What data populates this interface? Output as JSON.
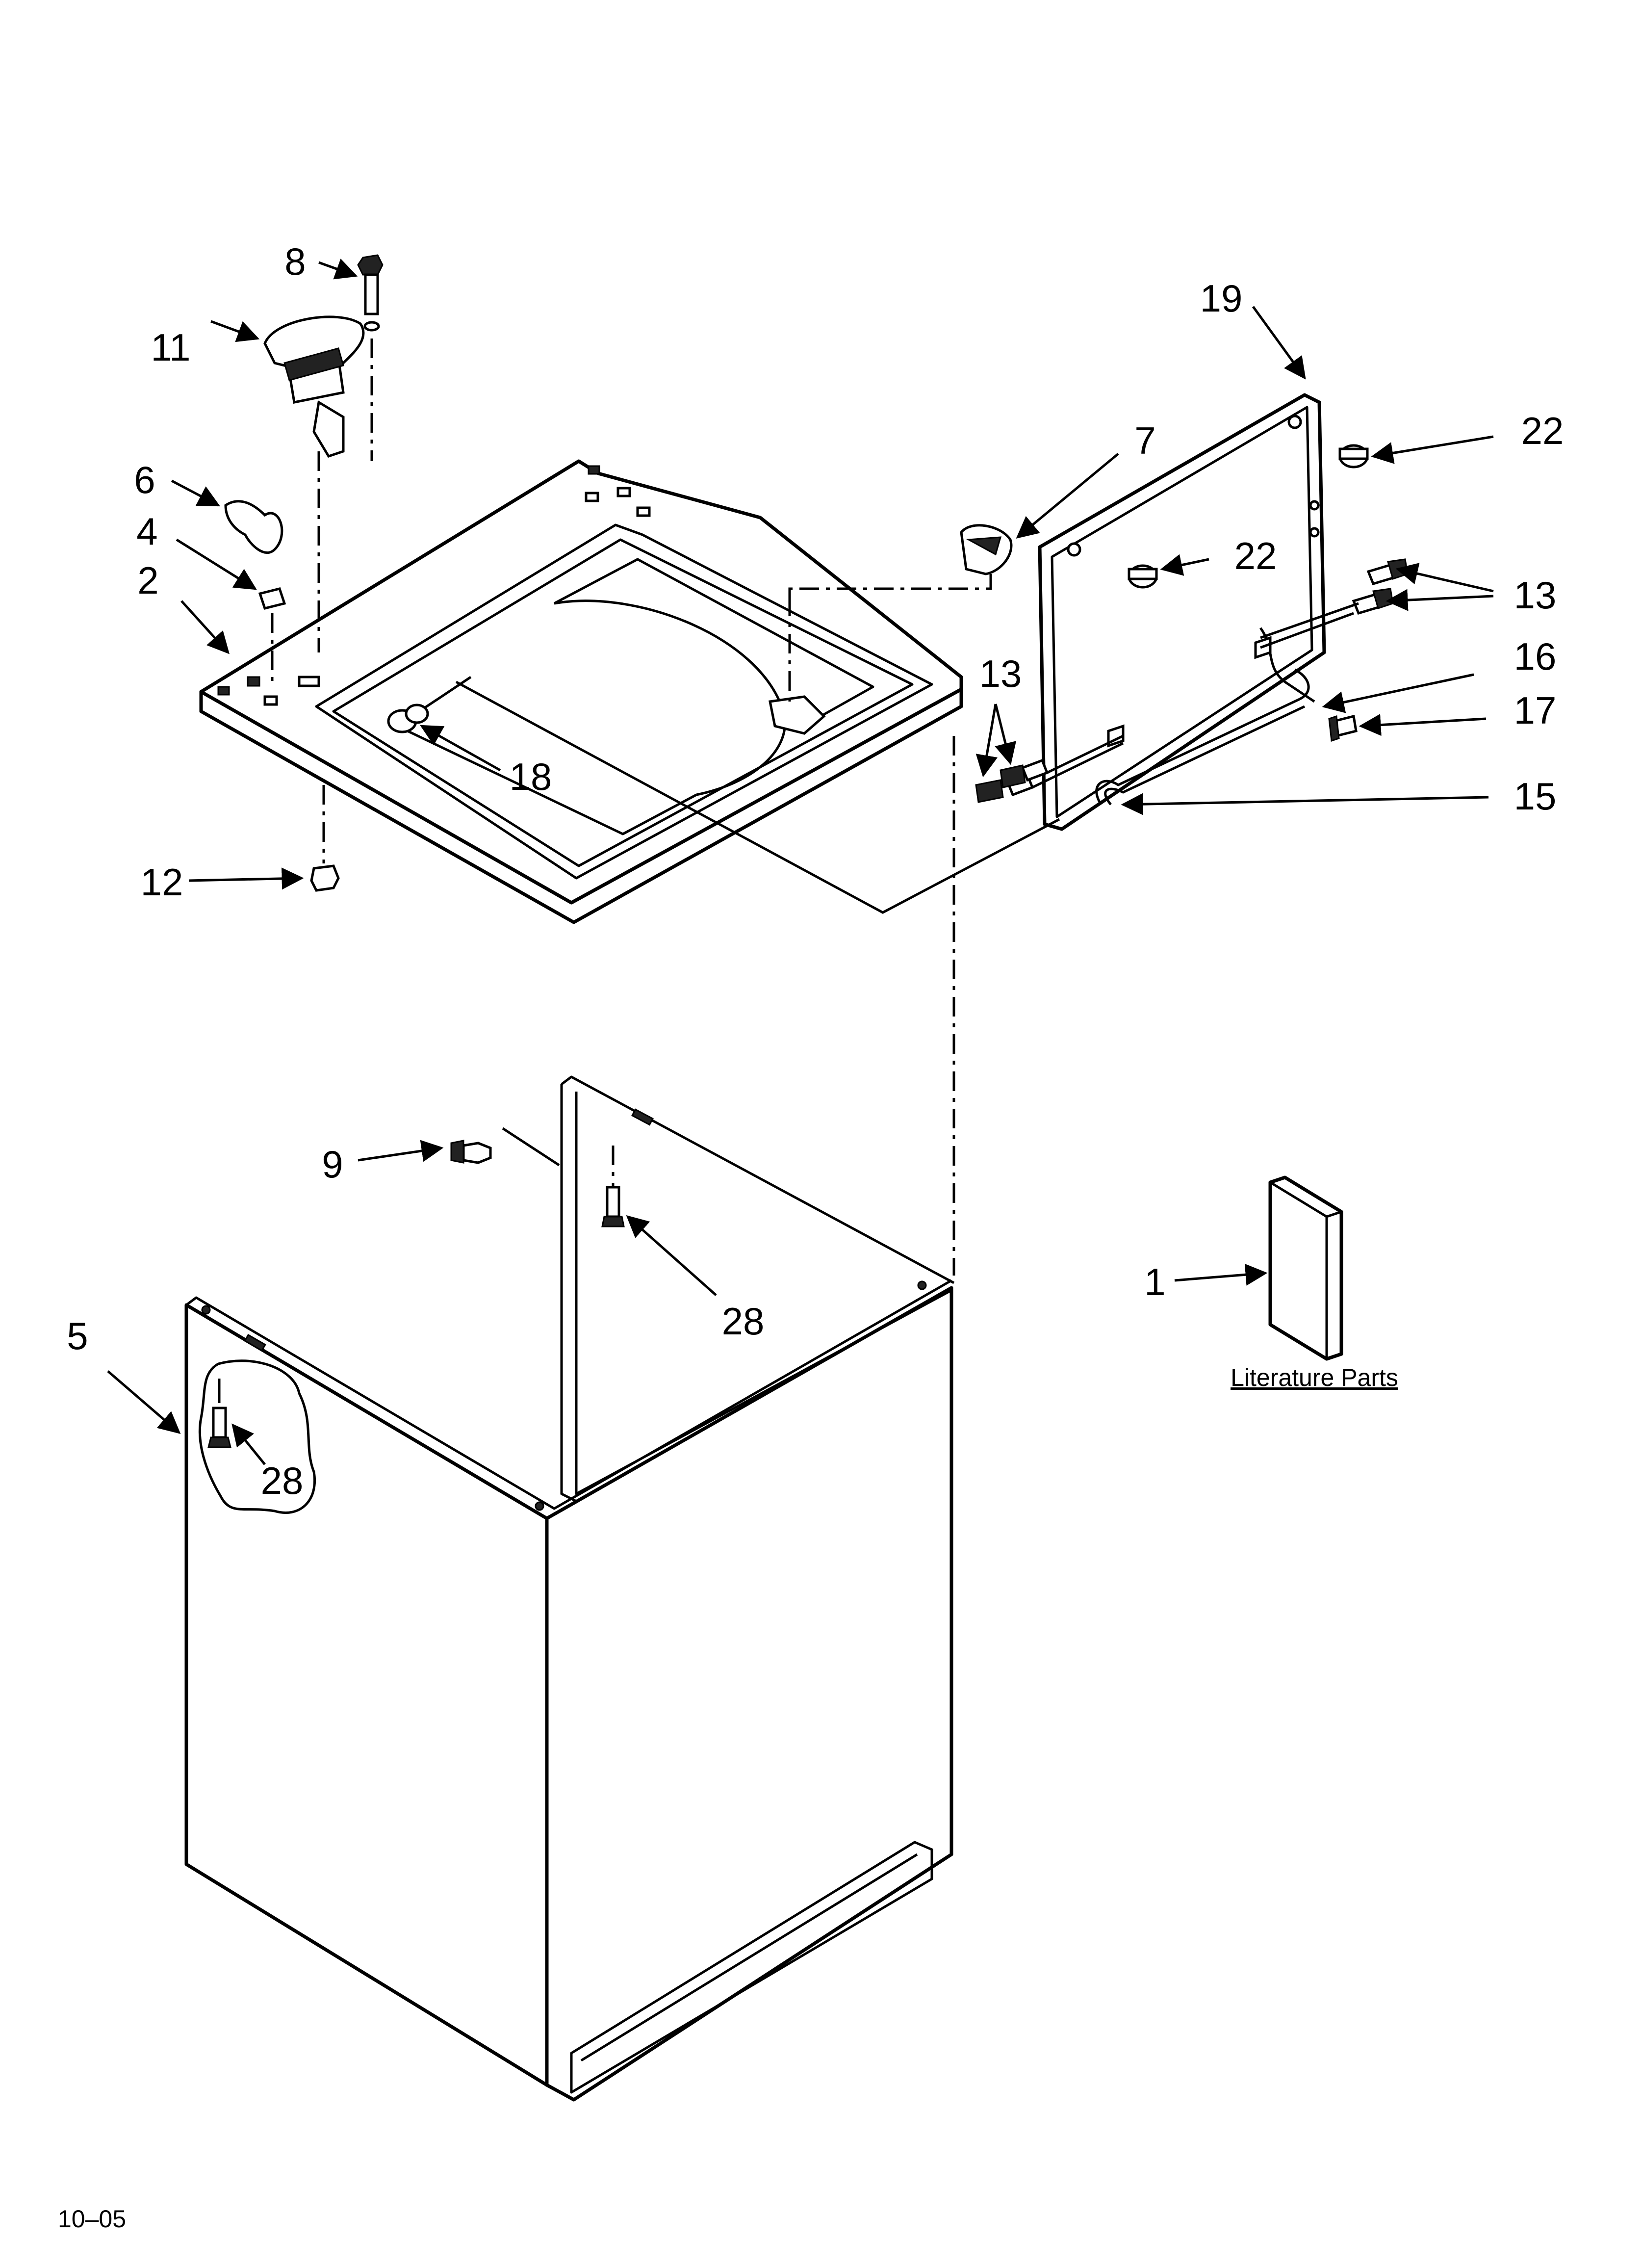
{
  "callouts": {
    "c1": "1",
    "c2": "2",
    "c4": "4",
    "c5": "5",
    "c6": "6",
    "c7": "7",
    "c8": "8",
    "c9": "9",
    "c11": "11",
    "c12": "12",
    "c13a": "13",
    "c13b": "13",
    "c15": "15",
    "c16": "16",
    "c17": "17",
    "c18": "18",
    "c19": "19",
    "c22a": "22",
    "c22b": "22",
    "c28a": "28",
    "c28b": "28"
  },
  "literature_label": "Literature Parts",
  "revision_code": "10–05"
}
